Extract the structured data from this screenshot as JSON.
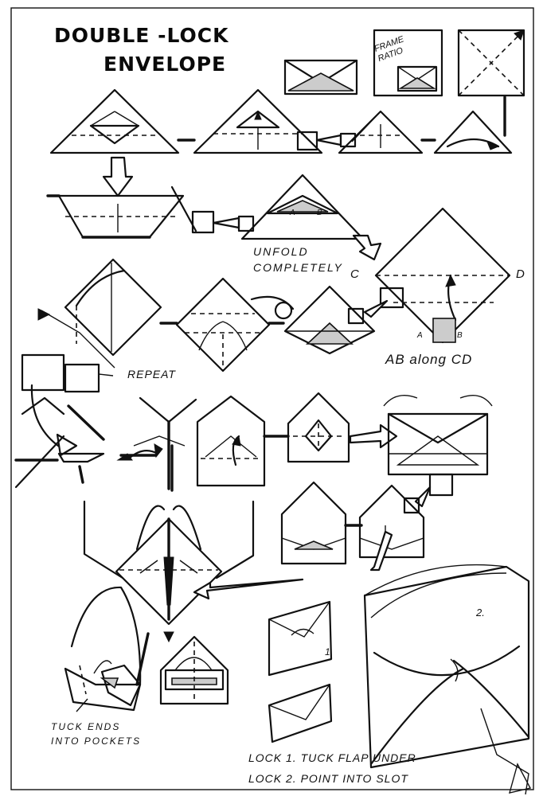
{
  "header": {
    "title_line1": "DOUBLE -LOCK",
    "title_line2": "ENVELOPE",
    "frame_label": "FRAME RATIO"
  },
  "annotations": {
    "unfold": "UNFOLD COMPLETELY",
    "corner_c": "C",
    "corner_d": "D",
    "corner_a": "A",
    "corner_b": "B",
    "small_a": "A",
    "small_b": "B",
    "ab_along_cd": "AB along CD",
    "repeat": "REPEAT",
    "step_1": "1.",
    "step_2": "2.",
    "tuck_ends_line1": "TUCK ENDS",
    "tuck_ends_line2": "INTO POCKETS",
    "lock_1": "LOCK 1.  TUCK FLAP UNDER",
    "lock_2": "LOCK 2.  POINT INTO SLOT"
  }
}
